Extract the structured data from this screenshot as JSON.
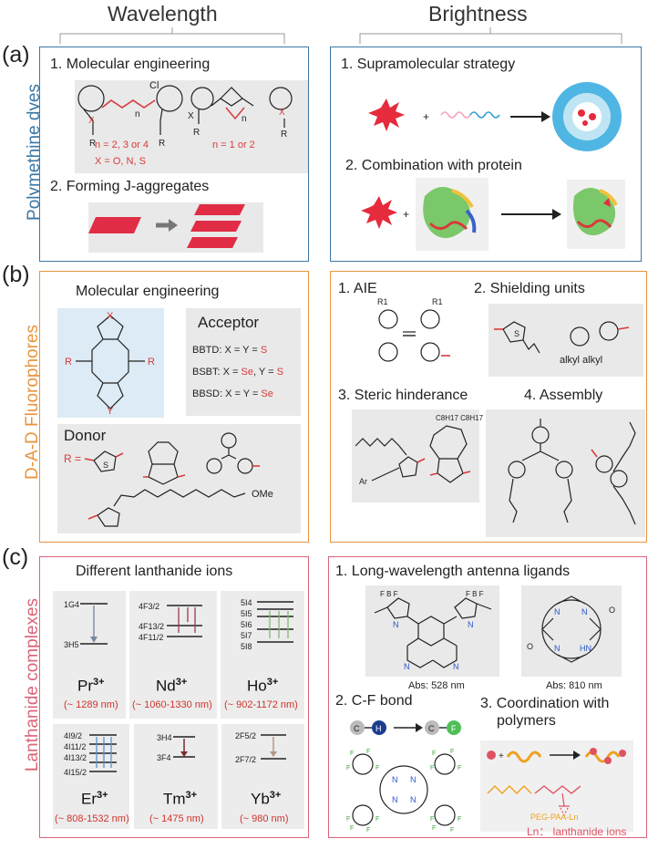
{
  "headers": {
    "wavelength": "Wavelength",
    "brightness": "Brightness"
  },
  "panel_labels": {
    "a": "(a)",
    "b": "(b)",
    "c": "(c)"
  },
  "side_labels": {
    "a": "Polymethine dyes",
    "b": "D-A-D Fluorophores",
    "c": "Lanthanide complexes"
  },
  "colors": {
    "blue": "#3b78a6",
    "orange": "#e8953d",
    "pink": "#dc6478",
    "red": "#d83a3a"
  },
  "a": {
    "left": {
      "item1": "1. Molecular engineering",
      "n_left": "n = 2, 3 or 4",
      "x_values": "X  = O, N, S",
      "n_right": "n = 1 or 2",
      "cl": "Cl",
      "item2": "2. Forming J-aggregates"
    },
    "right": {
      "item1": "1. Supramolecular strategy",
      "item2": "2. Combination with protein"
    }
  },
  "b": {
    "left": {
      "title": "Molecular engineering",
      "acceptor": "Acceptor",
      "bbtd": {
        "name": "BBTD: X = Y = ",
        "val": "S"
      },
      "bsbt": {
        "name": "BSBT: X = ",
        "val1": "Se",
        "mid": ", Y = ",
        "val2": "S"
      },
      "bbsd": {
        "name": "BBSD: X = Y = ",
        "val": "Se"
      },
      "donor": "Donor",
      "r_eq": "R =",
      "ome": "OMe"
    },
    "right": {
      "item1": "1. AIE",
      "item2": "2. Shielding units",
      "item3": "3. Steric hinderance",
      "item4": "4. Assembly",
      "alkyl": "alkyl  alkyl"
    }
  },
  "c": {
    "left": {
      "title": "Different lanthanide ions",
      "ions": [
        {
          "ion": "Pr",
          "charge": "3+",
          "range": "(~ 1289 nm)"
        },
        {
          "ion": "Nd",
          "charge": "3+",
          "range": "(~ 1060-1330 nm)"
        },
        {
          "ion": "Ho",
          "charge": "3+",
          "range": "(~ 902-1172 nm)"
        },
        {
          "ion": "Er",
          "charge": "3+",
          "range": "(~ 808-1532 nm)"
        },
        {
          "ion": "Tm",
          "charge": "3+",
          "range": "(~ 1475 nm)"
        },
        {
          "ion": "Yb",
          "charge": "3+",
          "range": "(~ 980 nm)"
        }
      ]
    },
    "right": {
      "item1": "1. Long-wavelength antenna ligands",
      "abs1": "Abs: 528 nm",
      "abs2": "Abs: 810 nm",
      "item2": "2. C-F bond",
      "item3_line1": "3. Coordination with",
      "item3_line2": "polymers",
      "peg": "PEG-PAA-Ln",
      "ln_note": "Ln： lanthanide ions"
    }
  }
}
